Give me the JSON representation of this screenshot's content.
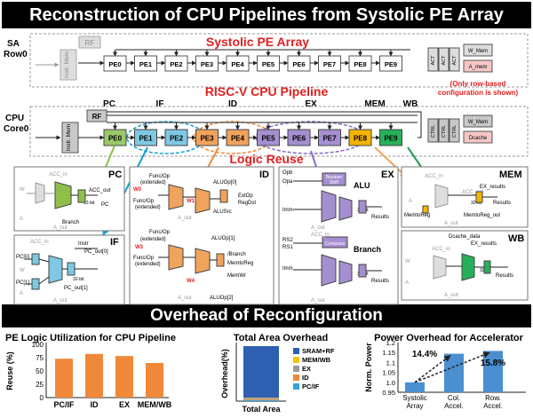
{
  "title": "Reconstruction of CPU Pipelines from Systolic PE Array",
  "overhead_title": "Overhead of Reconfiguration",
  "sa": {
    "heading": "Systolic PE Array",
    "row_label_1": "SA",
    "row_label_2": "Row0",
    "instr_mem": "Instr. Mem",
    "rf": "RF",
    "pes": [
      "PE0",
      "PE1",
      "PE2",
      "PE3",
      "PE4",
      "PE5",
      "PE6",
      "PE7",
      "PE8",
      "PE9"
    ],
    "side_blocks": [
      "ACT",
      "ACT",
      "ACT",
      "W_Mem",
      "A_mem"
    ],
    "note_1": "(Only row-based",
    "note_2": "configuration is shown)"
  },
  "cpu": {
    "heading": "RISC-V CPU Pipeline",
    "row_label_1": "CPU",
    "row_label_2": "Core0",
    "instr_mem": "Instr. Mem",
    "rf": "RF",
    "stages": [
      "PC",
      "IF",
      "ID",
      "EX",
      "MEM",
      "WB"
    ],
    "pes": [
      "PE0",
      "PE1",
      "PE2",
      "PE3",
      "PE4",
      "PE5",
      "PE6",
      "PE7",
      "PE8",
      "PE9"
    ],
    "pe_colors": [
      "#9bc96a",
      "#7ec8e3",
      "#7ec8e3",
      "#f0a35c",
      "#f0a35c",
      "#a48fd0",
      "#a48fd0",
      "#a48fd0",
      "#f5b400",
      "#26b05a"
    ],
    "side_blocks": [
      "CTRL",
      "CTRL",
      "CTRL",
      "W_Mem",
      "Dcache"
    ],
    "logic_reuse": "Logic Reuse"
  },
  "detail": {
    "pc": {
      "title": "PC",
      "labels": [
        "ACC_in",
        "W",
        "ACC_out",
        "32-bit",
        "PC",
        "Branch",
        "A",
        "A_out"
      ]
    },
    "if": {
      "title": "IF",
      "labels": [
        "ACC_in",
        "Instr",
        "PC_out[0]",
        "PC[0]",
        "W",
        "PC[1]",
        "32-bit",
        "PC_out[1]",
        "A",
        "A_out"
      ]
    },
    "id": {
      "title": "ID",
      "labels": [
        "Func/Op",
        "(extended)",
        "ALUOp[0]",
        "W0",
        "W1",
        "ExtOp",
        "RegDst",
        "Func/Op",
        "(extended)",
        "ALUSrc",
        "ALUOp[1]",
        "W3",
        "/Branch",
        "MemtoReg",
        "W4",
        "MemWr",
        "A_out",
        "ALUOp[2]",
        "A_out",
        "Func/Op",
        "(extended)",
        "Func/Op",
        "(extended)"
      ]
    },
    "ex": {
      "title": "EX",
      "labels": [
        "Opb",
        "Opa",
        "Boolean",
        "Shift",
        "ALU",
        "Imm",
        "32-bit",
        "Results",
        "RS2",
        "RS1",
        "Compare",
        "Branch",
        "Imm",
        "32-bit",
        "Results",
        "A_out",
        "ACC_in",
        "A_out"
      ]
    },
    "mem": {
      "title": "MEM",
      "labels": [
        "ACC_in",
        "EX_results",
        "ACC_out",
        "32-bit",
        "Results",
        "MemtoReg",
        "MemtoReg_out",
        "A",
        "A_out"
      ]
    },
    "wb": {
      "title": "WB",
      "labels": [
        "Dcache_data",
        "EX_results",
        "ACC_in",
        "W",
        "32-bit",
        "Results",
        "A",
        "A_out"
      ]
    }
  },
  "charts": {
    "utilization": {
      "title": "PE Logic Utilization for CPU Pipeline"
    },
    "area": {
      "title": "Total Area Overhead"
    },
    "power": {
      "title": "Power Overhead for Accelerator"
    }
  },
  "chart_data": [
    {
      "type": "bar",
      "title": "PE Logic Utilization for CPU Pipeline",
      "categories": [
        "PC/IF",
        "ID",
        "EX",
        "MEM/WB"
      ],
      "values": [
        73,
        82,
        78,
        65
      ],
      "ylabel": "Reuse (%)",
      "ylim": [
        0,
        100
      ],
      "yticks": [
        "0",
        "25",
        "50",
        "75",
        "100"
      ],
      "color": "#f0883a"
    },
    {
      "type": "bar",
      "title": "Total Area Overhead",
      "categories": [
        "Total Area"
      ],
      "series": [
        {
          "name": "PC/IF",
          "values": [
            2
          ],
          "color": "#3aa0d8"
        },
        {
          "name": "ID",
          "values": [
            1.5
          ],
          "color": "#f0883a"
        },
        {
          "name": "EX",
          "values": [
            1.5
          ],
          "color": "#9a9a9a"
        },
        {
          "name": "MEM/WB",
          "values": [
            1
          ],
          "color": "#f5c400"
        },
        {
          "name": "SRAM+RF",
          "values": [
            94
          ],
          "color": "#2f5fb0"
        }
      ],
      "ylabel": "Overhead(%)",
      "legend": "right"
    },
    {
      "type": "bar",
      "title": "Power Overhead for Accelerator",
      "categories": [
        "Systolic Array",
        "Col. Accel.",
        "Row. Accel."
      ],
      "category_lines": [
        [
          "Systolic",
          "Array"
        ],
        [
          "Col.",
          "Accel."
        ],
        [
          "Row.",
          "Accel."
        ]
      ],
      "values": [
        1.0,
        1.144,
        1.158
      ],
      "ylabel": "Norm. Power",
      "ylim": [
        0.95,
        1.2
      ],
      "yticks": [
        "0.95",
        "1.0",
        "1.05",
        "1.1",
        "1.15",
        "1.2"
      ],
      "annotations": [
        "14.4%",
        "15.8%"
      ],
      "color": "#4a8fd0"
    }
  ]
}
